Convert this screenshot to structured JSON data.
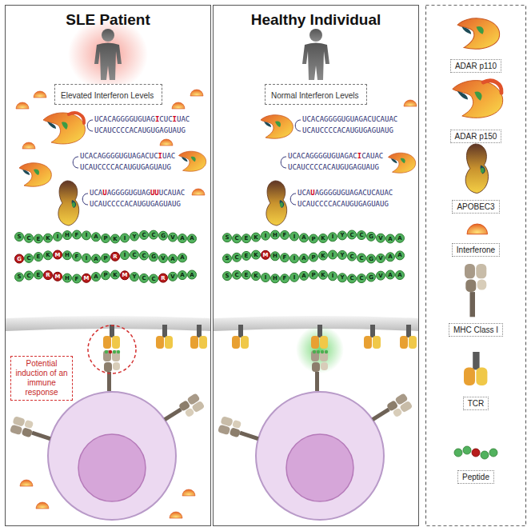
{
  "diagram": {
    "nodes": [
      {
        "text": [
          "SLE Patient"
        ]
      },
      {
        "text": [
          "Healthy Individual"
        ]
      },
      {
        "text": [
          "Elevated Interferon Levels"
        ],
        "in": 0
      },
      {
        "text": [
          "Normal Interferon Levels"
        ],
        "in": 1
      },
      {
        "text": [
          "Potential induction of an immune response"
        ],
        "in": 0
      }
    ],
    "labels": [
      "UCACAGGGGUGUAGICUCIUAC",
      "UCAUCCCCACAUGUGAGUAUG",
      "UCACAGGGGUGUAGACUCIUAC",
      "UCAUCCCCACAUGUGAGUAUG",
      "UCAUAGGGGUGUAGUUUCAUAC",
      "UCAUCCCCACAUGUGAGUAUG",
      "UCACAGGGGUGUAGACUCAUAC",
      "UCAUCCCCACAUGUGAGUAUG",
      "UCACAGGGGUGUAGACICAUAC",
      "UCAUCCCCACAUGUGAGUAUG",
      "UCAUAGGGGUGUAGACUCAUAC",
      "UCAUCCCCACAUGUGAGUAUG",
      "SCEKIHFIAPKIYCCGVAA",
      "GCEKMHFIAPRICCGVAA",
      "SCERMHFMAPKMYCCRVAA",
      "SCEKIHFIAPKIYCCGVAA",
      "SCEKMHFIAPKIYCCGVAA",
      "SCEKIHFIAPKIYCCGVAA"
    ],
    "legend": [
      {
        "text": "ADAR p110"
      },
      {
        "text": "ADAR p150"
      },
      {
        "text": "APOBEC3"
      },
      {
        "text": "Interferone"
      },
      {
        "text": "MHC Class I"
      },
      {
        "text": "TCR"
      },
      {
        "text": "Peptide"
      }
    ]
  }
}
